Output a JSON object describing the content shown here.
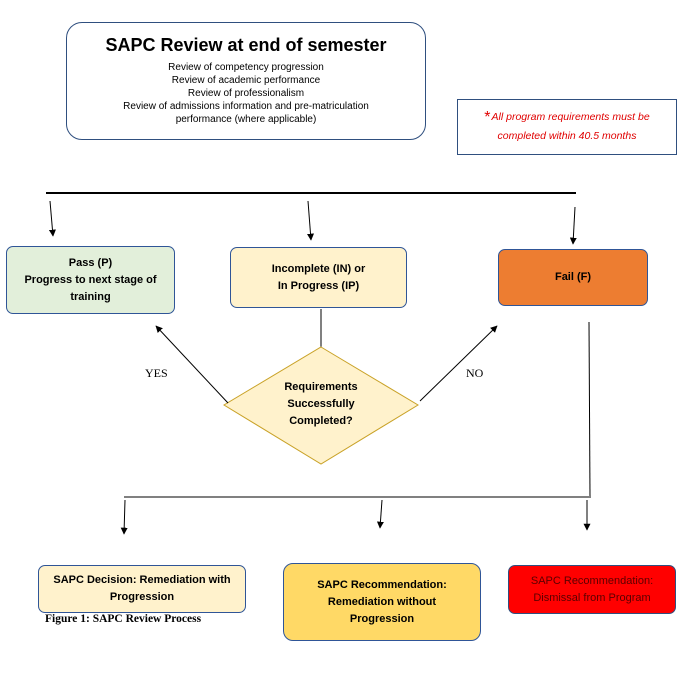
{
  "header": {
    "title": "SAPC Review at end of semester",
    "lines": [
      "Review of competency progression",
      "Review of academic performance",
      "Review of professionalism",
      "Review of admissions information and pre-matriculation",
      "performance (where applicable)"
    ]
  },
  "note": {
    "star": "*",
    "line1": "All program requirements must be",
    "line2": "completed within 40.5 months"
  },
  "stages": {
    "pass": [
      "Pass (P)",
      "Progress to next stage of",
      "training"
    ],
    "incomplete": [
      "Incomplete (IN) or",
      "In Progress (IP)"
    ],
    "fail": [
      "Fail (F)"
    ]
  },
  "decision": {
    "lines": [
      "Requirements",
      "Successfully",
      "Completed?"
    ],
    "yes": "YES",
    "no": "NO"
  },
  "outcomes": {
    "remediation_with": [
      "SAPC Decision: Remediation with",
      "Progression"
    ],
    "remediation_without": [
      "SAPC Recommendation:",
      "Remediation without",
      "Progression"
    ],
    "dismissal": [
      "SAPC Recommendation:",
      "Dismissal from Program"
    ]
  },
  "caption": "Figure 1: SAPC Review Process",
  "colors": {
    "pass": "#e2efda",
    "incomplete": "#fff2cc",
    "fail": "#ed7d31",
    "dismissal": "#ff0000",
    "remediation_without": "#ffd966",
    "note_text": "#e00000"
  }
}
